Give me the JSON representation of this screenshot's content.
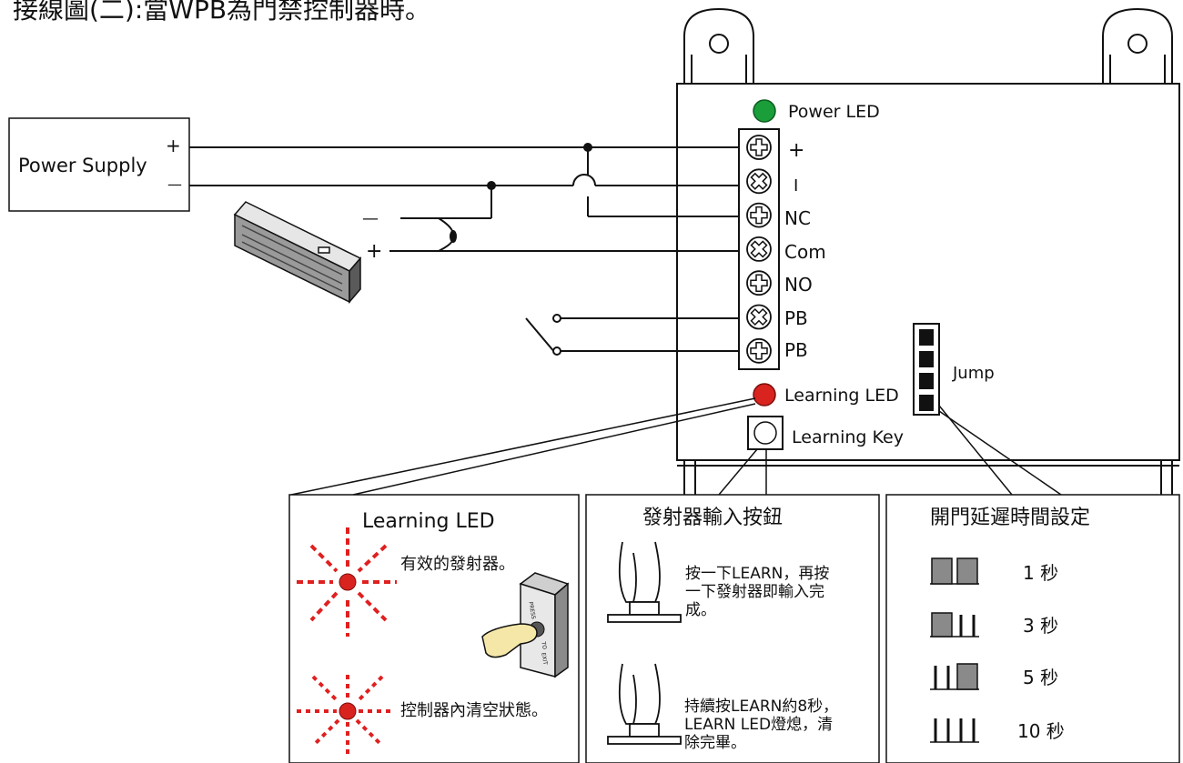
{
  "header": {
    "title": "接線圖(二):當WPB為門禁控制器時。"
  },
  "power_supply": {
    "label": "Power Supply",
    "plus": "+",
    "minus": "—"
  },
  "lock_wires": {
    "minus": "—",
    "plus": "+"
  },
  "controller": {
    "power_led_label": "Power LED",
    "learning_led_label": "Learning LED",
    "learning_key_label": "Learning Key",
    "jump_label": "Jump",
    "terminals": [
      "+",
      "I",
      "NC",
      "Com",
      "NO",
      "PB",
      "PB"
    ],
    "colors": {
      "power_led": "#1a9e3a",
      "learning_led": "#d9231f"
    }
  },
  "panel_led": {
    "title": "Learning LED",
    "valid_text": "有效的發射器。",
    "clear_text": "控制器內清空狀態。",
    "button_texts": [
      "PRESS",
      "TO",
      "EXIT"
    ]
  },
  "panel_key": {
    "title": "發射器輸入按鈕",
    "step1": [
      "按一下LEARN，再按",
      "一下發射器即輸入完",
      "成。"
    ],
    "step2": [
      "持續按LEARN約8秒，",
      "LEARN LED燈熄，清",
      "除完畢。"
    ]
  },
  "panel_delay": {
    "title": "開門延遲時間設定",
    "options": [
      "1 秒",
      "3 秒",
      "5 秒",
      "10 秒"
    ]
  }
}
